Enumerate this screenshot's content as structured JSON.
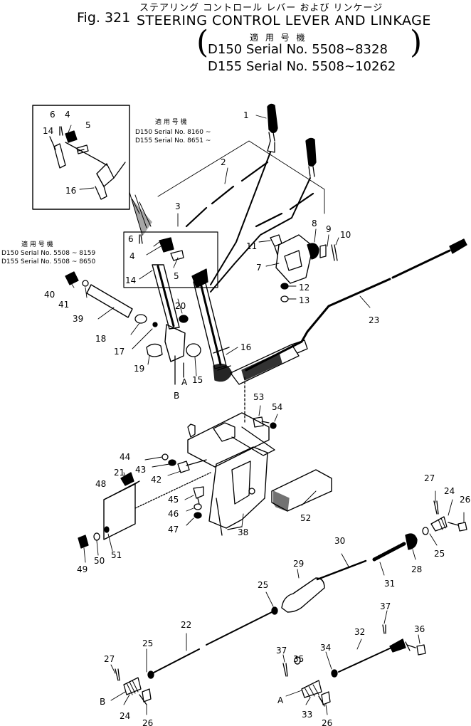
{
  "header": {
    "fig_label": "Fig. 321",
    "title_jp": "ステアリング コントロール レバー および リンケージ",
    "title_en": "STEERING CONTROL LEVER AND LINKAGE",
    "applicable_jp": "適 用 号 機",
    "serial_d150": "D150 Serial No. 5508~8328",
    "serial_d155": "D155 Serial No. 5508~10262"
  },
  "notes": {
    "inset": {
      "jp": "適 用 号 機",
      "d150": "D150 Serial No. 8160 ~",
      "d155": "D155 Serial No. 8651 ~"
    },
    "main": {
      "jp": "適 用 号 機",
      "d150": "D150 Serial No. 5508 ~ 8159",
      "d155": "D155 Serial No. 5508 ~ 8650"
    }
  },
  "callouts": [
    {
      "id": "c-inset-6",
      "t": "6"
    },
    {
      "id": "c-inset-4",
      "t": "4"
    },
    {
      "id": "c-inset-5",
      "t": "5"
    },
    {
      "id": "c-inset-14",
      "t": "14"
    },
    {
      "id": "c-inset-16",
      "t": "16"
    },
    {
      "id": "c1",
      "t": "1"
    },
    {
      "id": "c2",
      "t": "2"
    },
    {
      "id": "c3",
      "t": "3"
    },
    {
      "id": "c6",
      "t": "6"
    },
    {
      "id": "c4",
      "t": "4"
    },
    {
      "id": "c5",
      "t": "5"
    },
    {
      "id": "c14",
      "t": "14"
    },
    {
      "id": "c8",
      "t": "8"
    },
    {
      "id": "c9",
      "t": "9"
    },
    {
      "id": "c10",
      "t": "10"
    },
    {
      "id": "c11",
      "t": "11"
    },
    {
      "id": "c7",
      "t": "7"
    },
    {
      "id": "c12",
      "t": "12"
    },
    {
      "id": "c13",
      "t": "13"
    },
    {
      "id": "c40",
      "t": "40"
    },
    {
      "id": "c41",
      "t": "41"
    },
    {
      "id": "c39",
      "t": "39"
    },
    {
      "id": "c20",
      "t": "20"
    },
    {
      "id": "c18",
      "t": "18"
    },
    {
      "id": "c17",
      "t": "17"
    },
    {
      "id": "c16",
      "t": "16"
    },
    {
      "id": "c23",
      "t": "23"
    },
    {
      "id": "c19",
      "t": "19"
    },
    {
      "id": "c15",
      "t": "15"
    },
    {
      "id": "cA1",
      "t": "A"
    },
    {
      "id": "cB1",
      "t": "B"
    },
    {
      "id": "c53",
      "t": "53"
    },
    {
      "id": "c54",
      "t": "54"
    },
    {
      "id": "c44",
      "t": "44"
    },
    {
      "id": "c43",
      "t": "43"
    },
    {
      "id": "c42",
      "t": "42"
    },
    {
      "id": "c21",
      "t": "21"
    },
    {
      "id": "c48",
      "t": "48"
    },
    {
      "id": "c45",
      "t": "45"
    },
    {
      "id": "c46",
      "t": "46"
    },
    {
      "id": "c47",
      "t": "47"
    },
    {
      "id": "c52",
      "t": "52"
    },
    {
      "id": "c38",
      "t": "38"
    },
    {
      "id": "c49",
      "t": "49"
    },
    {
      "id": "c50",
      "t": "50"
    },
    {
      "id": "c51",
      "t": "51"
    },
    {
      "id": "c27a",
      "t": "27"
    },
    {
      "id": "c24a",
      "t": "24"
    },
    {
      "id": "c26a",
      "t": "26"
    },
    {
      "id": "c25a",
      "t": "25"
    },
    {
      "id": "c28",
      "t": "28"
    },
    {
      "id": "c30",
      "t": "30"
    },
    {
      "id": "c29",
      "t": "29"
    },
    {
      "id": "c31",
      "t": "31"
    },
    {
      "id": "c25b",
      "t": "25"
    },
    {
      "id": "c22",
      "t": "22"
    },
    {
      "id": "c25c",
      "t": "25"
    },
    {
      "id": "c27b",
      "t": "27"
    },
    {
      "id": "cB2",
      "t": "B"
    },
    {
      "id": "c24b",
      "t": "24"
    },
    {
      "id": "c26b",
      "t": "26"
    },
    {
      "id": "c37a",
      "t": "37"
    },
    {
      "id": "c32",
      "t": "32"
    },
    {
      "id": "c36",
      "t": "36"
    },
    {
      "id": "c37b",
      "t": "37"
    },
    {
      "id": "c35",
      "t": "35"
    },
    {
      "id": "c34",
      "t": "34"
    },
    {
      "id": "cA2",
      "t": "A"
    },
    {
      "id": "c33",
      "t": "33"
    },
    {
      "id": "c26c",
      "t": "26"
    }
  ]
}
